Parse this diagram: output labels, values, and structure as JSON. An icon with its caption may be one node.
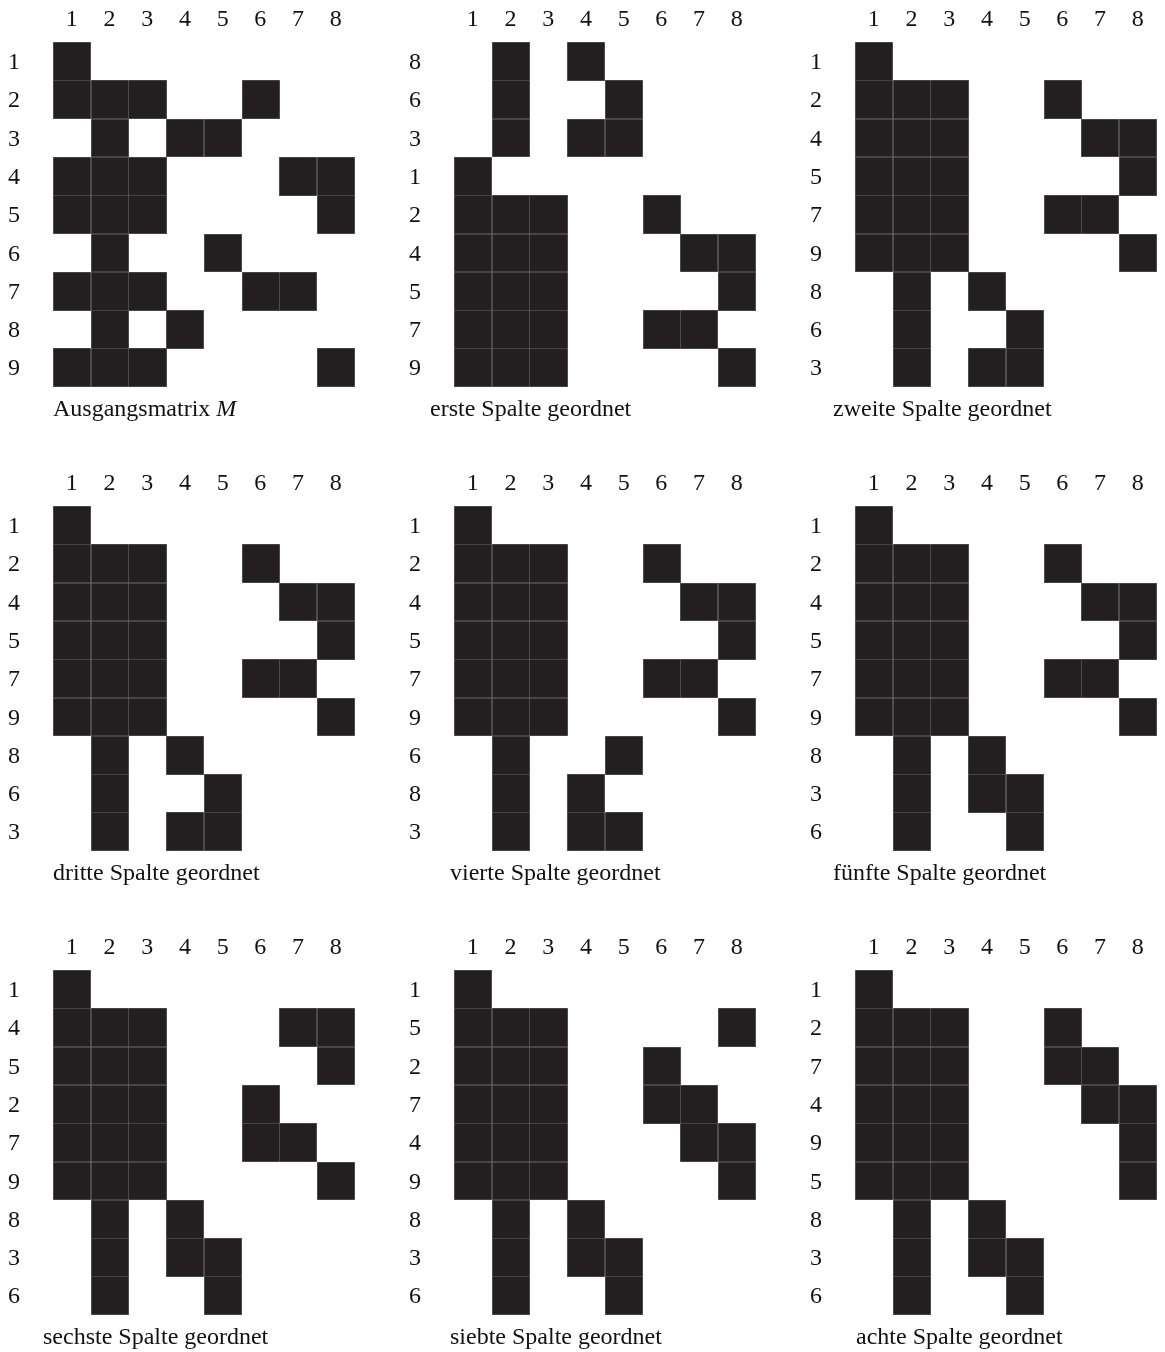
{
  "diagram": {
    "labels": [
      "1",
      "2",
      "3",
      "4",
      "5",
      "6",
      "7",
      "8",
      "1",
      "2",
      "3",
      "4",
      "5",
      "6",
      "7",
      "8",
      "9",
      "Ausgangsmatrix *M*",
      "1",
      "2",
      "3",
      "4",
      "5",
      "6",
      "7",
      "8",
      "8",
      "6",
      "3",
      "1",
      "2",
      "4",
      "5",
      "7",
      "9",
      "erste Spalte geordnet",
      "1",
      "2",
      "3",
      "4",
      "5",
      "6",
      "7",
      "8",
      "1",
      "2",
      "4",
      "5",
      "7",
      "9",
      "8",
      "6",
      "3",
      "zweite Spalte geordnet",
      "1",
      "2",
      "3",
      "4",
      "5",
      "6",
      "7",
      "8",
      "1",
      "2",
      "4",
      "5",
      "7",
      "9",
      "8",
      "6",
      "3",
      "dritte Spalte geordnet",
      "1",
      "2",
      "3",
      "4",
      "5",
      "6",
      "7",
      "8",
      "1",
      "2",
      "4",
      "5",
      "7",
      "9",
      "6",
      "8",
      "3",
      "vierte Spalte geordnet",
      "1",
      "2",
      "3",
      "4",
      "5",
      "6",
      "7",
      "8",
      "1",
      "2",
      "4",
      "5",
      "7",
      "9",
      "8",
      "3",
      "6",
      "fünfte Spalte geordnet",
      "1",
      "2",
      "3",
      "4",
      "5",
      "6",
      "7",
      "8",
      "1",
      "4",
      "5",
      "2",
      "7",
      "9",
      "8",
      "3",
      "6",
      "sechste Spalte geordnet",
      "1",
      "2",
      "3",
      "4",
      "5",
      "6",
      "7",
      "8",
      "1",
      "5",
      "2",
      "7",
      "4",
      "9",
      "8",
      "3",
      "6",
      "siebte Spalte geordnet",
      "1",
      "2",
      "3",
      "4",
      "5",
      "6",
      "7",
      "8",
      "1",
      "2",
      "7",
      "4",
      "9",
      "5",
      "8",
      "3",
      "6",
      "achte Spalte geordnet"
    ]
  }
}
